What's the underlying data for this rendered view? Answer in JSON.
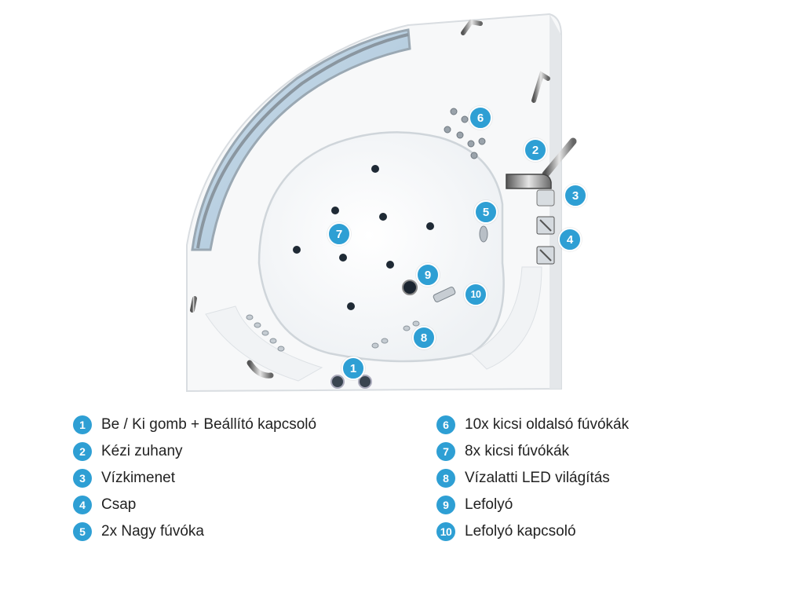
{
  "accent_color": "#2e9fd4",
  "image": {
    "subject": "corner whirlpool bathtub, top view",
    "icon": "bathtub-illustration"
  },
  "callouts": [
    {
      "number": "1",
      "label": "Be / Ki gomb + Beállító kapcsoló"
    },
    {
      "number": "2",
      "label": "Kézi zuhany"
    },
    {
      "number": "3",
      "label": "Vízkimenet"
    },
    {
      "number": "4",
      "label": "Csap"
    },
    {
      "number": "5",
      "label": "2x Nagy fúvóka"
    },
    {
      "number": "6",
      "label": "10x kicsi oldalsó fúvókák"
    },
    {
      "number": "7",
      "label": "8x kicsi fúvókák"
    },
    {
      "number": "8",
      "label": "Vízalatti LED világítás"
    },
    {
      "number": "9",
      "label": "Lefolyó"
    },
    {
      "number": "10",
      "label": "Lefolyó kapcsoló"
    }
  ]
}
